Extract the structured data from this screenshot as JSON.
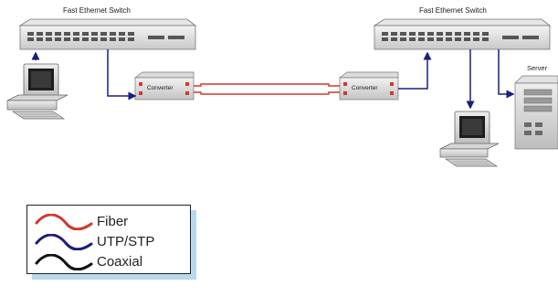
{
  "left_switch": {
    "label": "Fast Ethernet Switch"
  },
  "right_switch": {
    "label": "Fast Ethernet Switch"
  },
  "left_converter": {
    "label": "Converter"
  },
  "right_converter": {
    "label": "Converter"
  },
  "server": {
    "label": "Server"
  },
  "legend": {
    "items": [
      {
        "label": "Fiber",
        "color": "#d0392b"
      },
      {
        "label": "UTP/STP",
        "color": "#1a1f7a"
      },
      {
        "label": "Coaxial",
        "color": "#111111"
      }
    ]
  },
  "colors": {
    "fiber": "#d0392b",
    "utp": "#1a1f7a",
    "coax": "#111111"
  }
}
